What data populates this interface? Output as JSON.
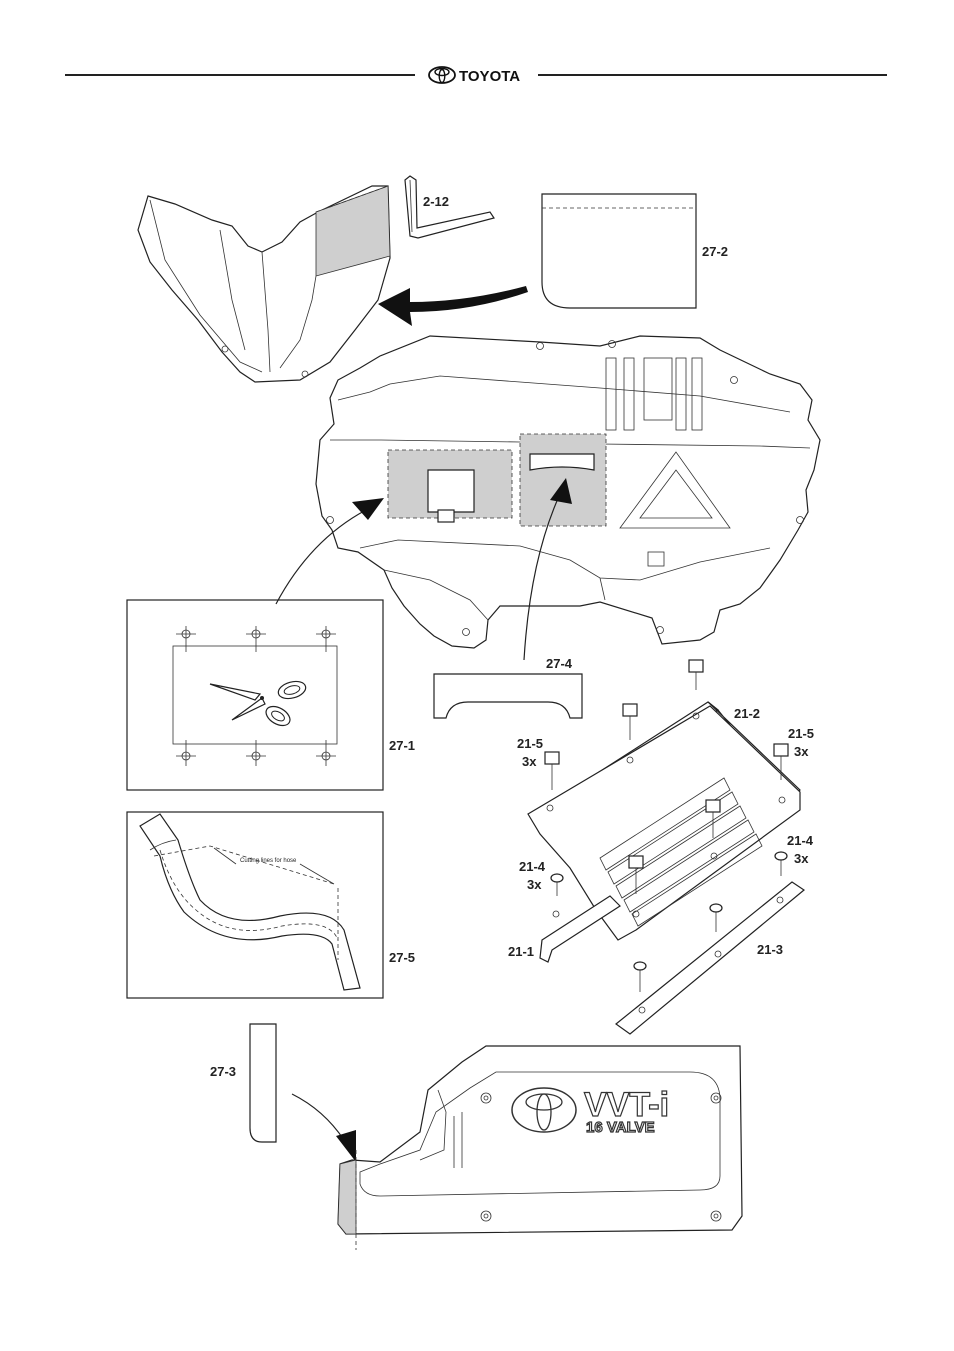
{
  "header": {
    "brand": "TOYOTA"
  },
  "labels": {
    "p2_12": "2-12",
    "p27_2": "27-2",
    "p27_4": "27-4",
    "p27_1": "27-1",
    "p27_5": "27-5",
    "p27_3": "27-3",
    "p21_2": "21-2",
    "p21_5_left": "21-5",
    "qty_21_5_left": "3x",
    "p21_5_right": "21-5",
    "qty_21_5_right": "3x",
    "p21_4_left": "21-4",
    "qty_21_4_left": "3x",
    "p21_4_right": "21-4",
    "qty_21_4_right": "3x",
    "p21_1": "21-1",
    "p21_3": "21-3"
  },
  "hose_note": "Cutting lines for hose",
  "engine_cover": {
    "emblem_line1": "VVT-i",
    "emblem_line2": "16 VALVE"
  }
}
